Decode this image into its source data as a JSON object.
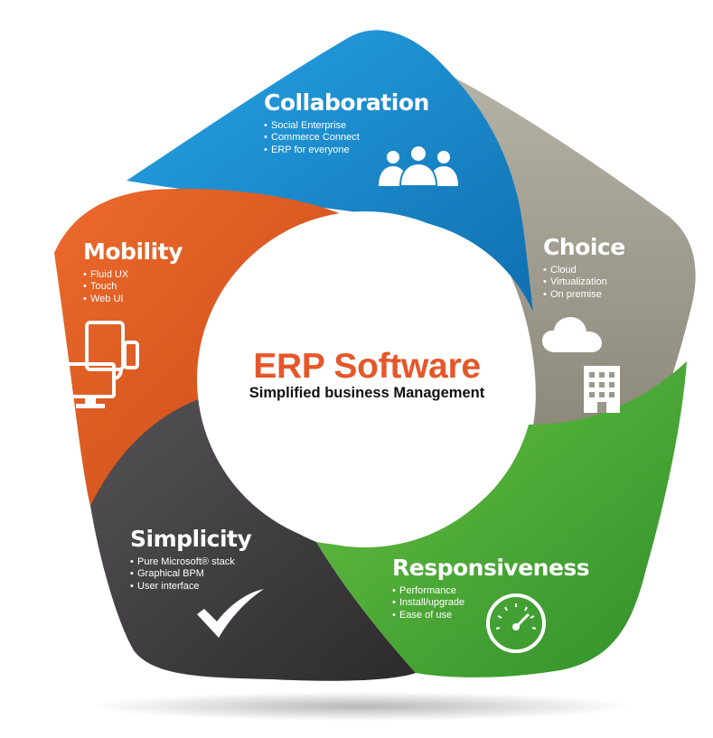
{
  "center": {
    "title": "ERP Software",
    "subtitle": "Simplified business Management"
  },
  "segments": {
    "collaboration": {
      "title": "Collaboration",
      "color": "#1f8ed0",
      "items": [
        "Social Enterprise",
        "Commerce Connect",
        "ERP for everyone"
      ],
      "icon": "people-group-icon"
    },
    "choice": {
      "title": "Choice",
      "color": "#9b9789",
      "items": [
        "Cloud",
        "Virtualization",
        "On premise"
      ],
      "icons": [
        "cloud-icon",
        "building-icon"
      ]
    },
    "mobility": {
      "title": "Mobility",
      "color": "#e05a22",
      "items": [
        "Fluid UX",
        "Touch",
        "Web UI"
      ],
      "icon": "devices-icon"
    },
    "simplicity": {
      "title": "Simplicity",
      "color": "#3e3c3e",
      "items": [
        "Pure Microsoft® stack",
        "Graphical BPM",
        "User interface"
      ],
      "icon": "checkmark-icon"
    },
    "responsiveness": {
      "title": "Responsiveness",
      "color": "#4fae3a",
      "items": [
        "Performance",
        "Install/upgrade",
        "Ease of use"
      ],
      "icon": "speedometer-icon"
    }
  }
}
